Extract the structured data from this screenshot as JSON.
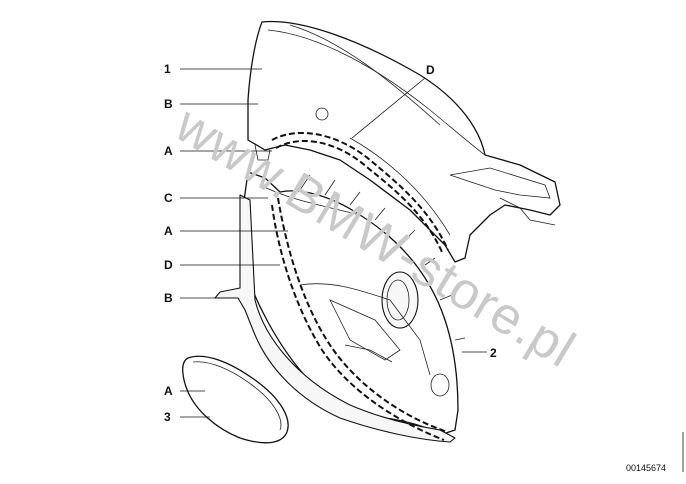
{
  "diagram": {
    "callouts": [
      {
        "text": "1"
      },
      {
        "text": "B"
      },
      {
        "text": "A"
      },
      {
        "text": "C"
      },
      {
        "text": "A"
      },
      {
        "text": "D"
      },
      {
        "text": "B"
      },
      {
        "text": "A"
      },
      {
        "text": "3"
      },
      {
        "text": "D"
      },
      {
        "text": "2"
      }
    ],
    "reference_number": "00145674",
    "watermark": "www.BMW-store.pl"
  }
}
